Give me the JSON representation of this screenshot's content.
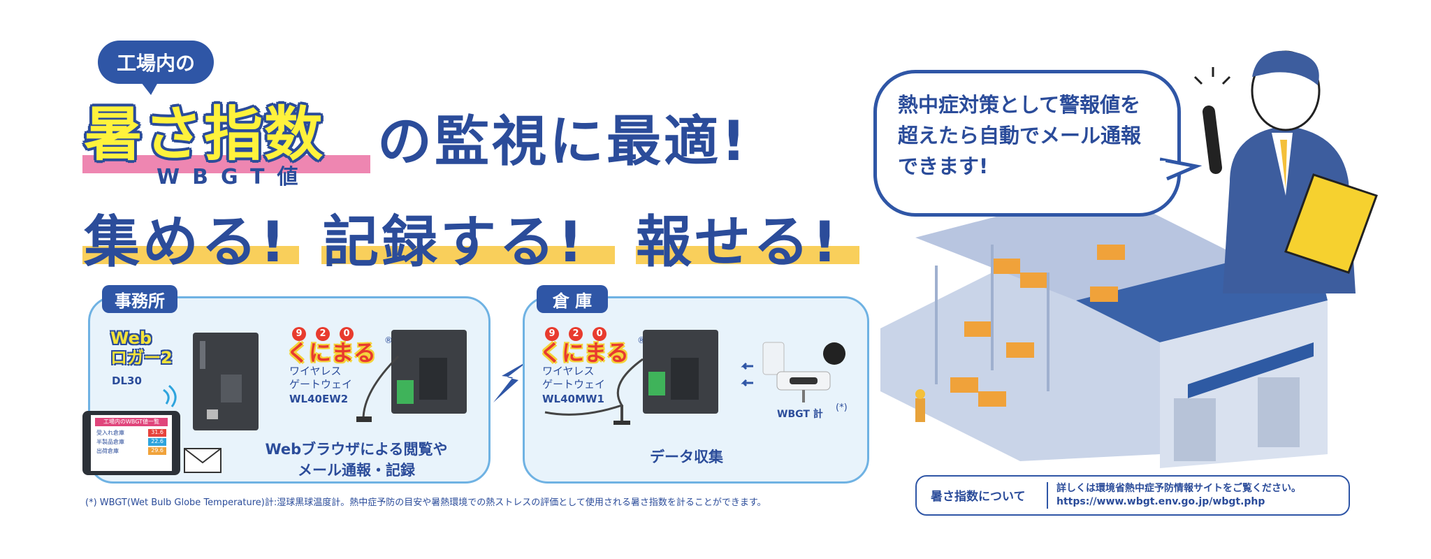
{
  "headline": {
    "bubble": "工場内の",
    "highlight": "暑さ指数",
    "wbgt_sub": "WBGT値",
    "rest": "の監視に最適!",
    "line2": [
      "集める!",
      "記録する!",
      "報せる!"
    ]
  },
  "office_panel": {
    "tag": "事務所",
    "web_logger_name": "Web\nロガー2",
    "web_logger_model": "DL30",
    "kunimaru_digits": [
      "9",
      "2",
      "0"
    ],
    "kunimaru": "くにまる",
    "registered": "®",
    "gateway_label": "ワイヤレス\nゲートウェイ",
    "gateway_model": "WL40EW2",
    "caption": "Webブラウザによる閲覧や\nメール通報・記録",
    "tablet": {
      "title": "工場内のWBGT値一覧",
      "rows": [
        {
          "label": "受入れ倉庫",
          "value": "31.6",
          "color": "#e7433c"
        },
        {
          "label": "半製品倉庫",
          "value": "22.6",
          "color": "#2ea4dd"
        },
        {
          "label": "出荷倉庫",
          "value": "29.6",
          "color": "#f0a23a"
        }
      ]
    }
  },
  "warehouse_panel": {
    "tag": "倉 庫",
    "kunimaru_digits": [
      "9",
      "2",
      "0"
    ],
    "kunimaru": "くにまる",
    "registered": "®",
    "gateway_label": "ワイヤレス\nゲートウェイ",
    "gateway_model": "WL40MW1",
    "sensor_label": "WBGT 計",
    "sensor_note": "(*)",
    "caption": "データ収集"
  },
  "speech_bubble": "熱中症対策として警報値を\n超えたら自動でメール通報\nできます!",
  "footnote": "(*) WBGT(Wet Bulb Globe Temperature)計:湿球黒球温度計。熱中症予防の目安や暑熱環境での熱ストレスの評価として使用される暑さ指数を計ることができます。",
  "info": {
    "left": "暑さ指数について",
    "right_line1": "詳しくは環境省熱中症予防情報サイトをご覧ください。",
    "right_line2": "https://www.wbgt.env.go.jp/wbgt.php"
  },
  "colors": {
    "navy": "#2b4c9a",
    "accent_yellow": "#fff23c",
    "pink": "#ee86b1",
    "bar_yellow": "#f9cf5b",
    "panel_bg": "#e8f3fb",
    "panel_border": "#6fb2e3"
  }
}
